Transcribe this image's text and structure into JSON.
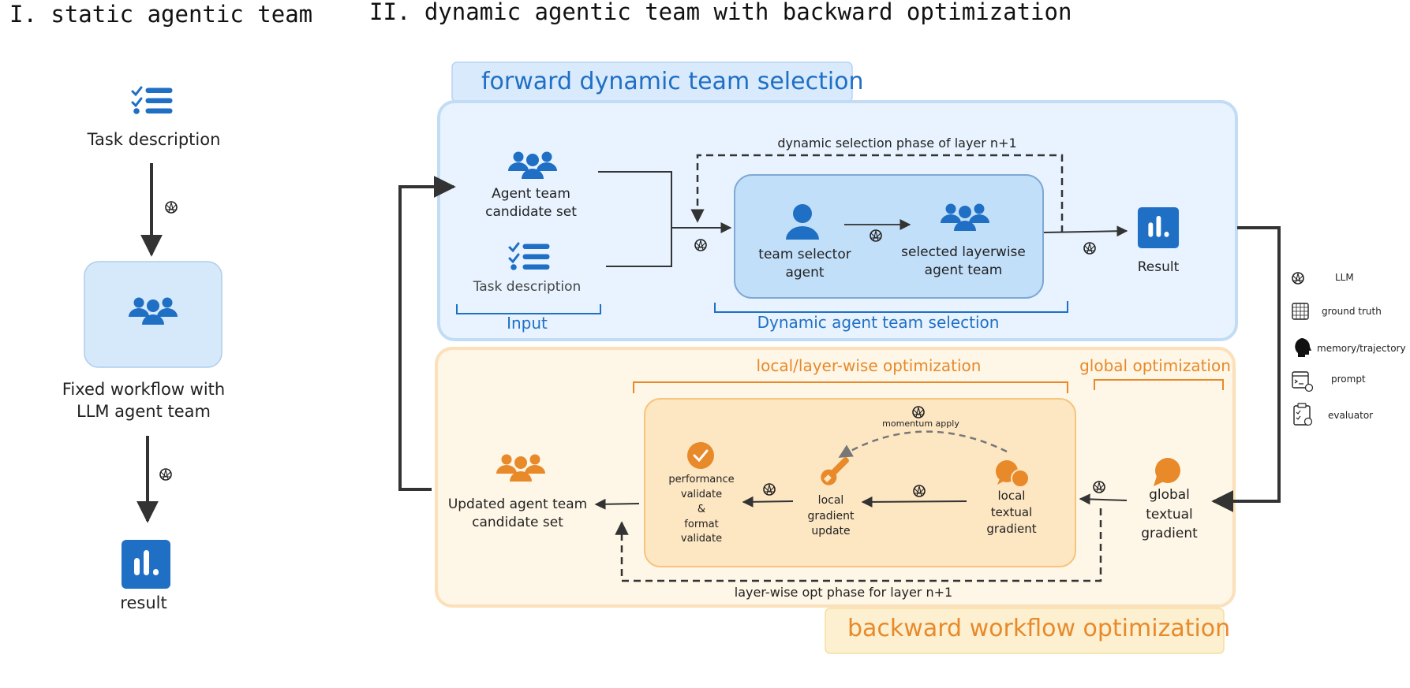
{
  "sections": {
    "static_title": "I. static agentic team",
    "dynamic_title": "II. dynamic agentic team with backward optimization"
  },
  "static": {
    "task_description": "Task description",
    "workflow_label": "Fixed workflow with\nLLM agent team",
    "result_label": "result"
  },
  "forward": {
    "banner": "forward dynamic team selection",
    "agent_team_candidate": "Agent team\ncandidate set",
    "task_description": "Task description",
    "input_label": "Input",
    "loop_label": "dynamic selection phase of layer n+1",
    "team_selector": "team selector\nagent",
    "selected_team": "selected layerwise\nagent team",
    "result_label": "Result",
    "selection_label": "Dynamic agent team selection"
  },
  "backward": {
    "banner": "backward workflow optimization",
    "local_label": "local/layer-wise optimization",
    "global_label": "global optimization",
    "momentum": "momentum apply",
    "updated_candidate": "Updated agent team\ncandidate set",
    "validate": "performance\nvalidate\n&\nformat\nvalidate",
    "local_update": "local\ngradient\nupdate",
    "local_gradient": "local\ntextual\ngradient",
    "global_gradient": "global\ntextual\ngradient",
    "phase_label": "layer-wise opt phase for layer n+1"
  },
  "legend": {
    "items": [
      {
        "icon": "llm-icon",
        "label": "LLM"
      },
      {
        "icon": "ground-truth-icon",
        "label": "ground truth"
      },
      {
        "icon": "memory-trajectory-icon",
        "label": "memory/trajectory"
      },
      {
        "icon": "prompt-icon",
        "label": "prompt"
      },
      {
        "icon": "evaluator-icon",
        "label": "evaluator"
      }
    ]
  },
  "colors": {
    "blue_accent": "#1f6fc5",
    "blue_panel": "#e8f3ff",
    "orange_accent": "#e8892a",
    "orange_panel": "#fef6e6",
    "arrow": "#333333"
  }
}
